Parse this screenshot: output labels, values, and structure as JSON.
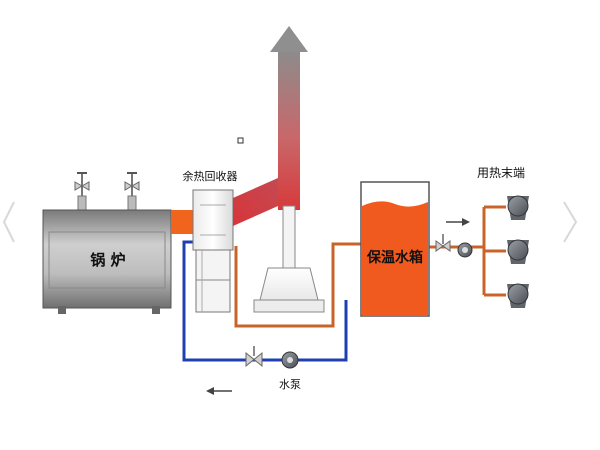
{
  "labels": {
    "boiler": "锅 炉",
    "heat_recovery": "余热回收器",
    "tank": "保温水箱",
    "pump": "水泵",
    "heat_users": "用热末端"
  },
  "colors": {
    "hot_pipe": "#c8642a",
    "cold_pipe": "#1f3fb0",
    "exhaust": "#d2373a",
    "tank_water": "#f05a1e",
    "boiler_body": "#9a9a9a"
  },
  "icons": {
    "flow_arrow_top": "right-arrow-icon",
    "flow_arrow_bottom": "left-arrow-icon",
    "nav_prev": "chevron-left-icon",
    "nav_next": "chevron-right-icon"
  }
}
